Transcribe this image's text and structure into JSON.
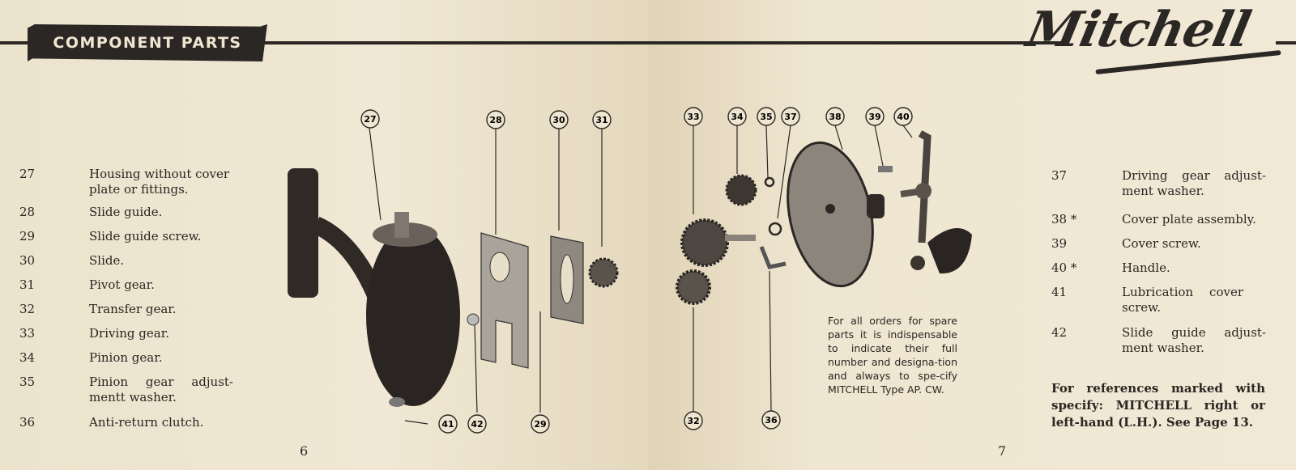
{
  "header": {
    "banner": "COMPONENT PARTS",
    "logo": "Mitchell"
  },
  "left_page": {
    "page_number": "6",
    "parts": [
      {
        "num": "27",
        "desc": "Housing without cover plate or fittings."
      },
      {
        "num": "28",
        "desc": "Slide guide."
      },
      {
        "num": "29",
        "desc": "Slide guide screw."
      },
      {
        "num": "30",
        "desc": "Slide."
      },
      {
        "num": "31",
        "desc": "Pivot gear."
      },
      {
        "num": "32",
        "desc": "Transfer gear."
      },
      {
        "num": "33",
        "desc": "Driving gear."
      },
      {
        "num": "34",
        "desc": "Pinion gear."
      },
      {
        "num": "35",
        "desc": "Pinion gear adjust-mentt washer."
      },
      {
        "num": "36",
        "desc": "Anti-return clutch."
      }
    ]
  },
  "right_page": {
    "page_number": "7",
    "parts": [
      {
        "num": "37",
        "desc": "Driving gear adjust-ment washer."
      },
      {
        "num": "38 *",
        "desc": "Cover plate assembly."
      },
      {
        "num": "39",
        "desc": "Cover screw."
      },
      {
        "num": "40 *",
        "desc": "Handle."
      },
      {
        "num": "41",
        "desc": "Lubrication cover screw."
      },
      {
        "num": "42",
        "desc": "Slide guide adjust-ment washer."
      }
    ],
    "order_note": "For all orders for spare parts it is indispensable to indicate their full number and designa-tion and always to spe-cify MITCHELL Type AP. CW.",
    "reference_note": "For references marked with specify: MITCHELL right or left-hand (L.H.). See Page 13."
  },
  "callouts": [
    "27",
    "28",
    "30",
    "31",
    "41",
    "42",
    "29",
    "33",
    "34",
    "35",
    "37",
    "38",
    "39",
    "40",
    "32",
    "36"
  ],
  "colors": {
    "paper": "#efe6d1",
    "ink": "#2b2724"
  }
}
